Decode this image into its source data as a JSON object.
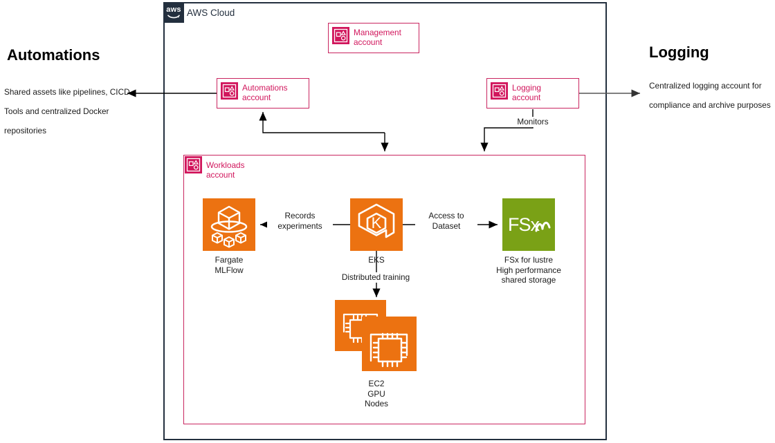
{
  "cloud": {
    "logo_text": "aws",
    "logo_icon": "aws-logo-icon",
    "label": "AWS Cloud"
  },
  "accounts": {
    "management": {
      "label": "Management\naccount",
      "icon": "aws-account-icon"
    },
    "automations": {
      "label": "Automations\naccount",
      "icon": "aws-account-icon"
    },
    "logging": {
      "label": "Logging\naccount",
      "icon": "aws-account-icon"
    },
    "workloads": {
      "label": "Workloads\naccount",
      "icon": "aws-account-icon"
    }
  },
  "side_panels": {
    "left": {
      "heading": "Automations",
      "paragraph": "Shared assets like pipelines, CICD Tools and centralized Docker repositories"
    },
    "right": {
      "heading": "Logging",
      "paragraph": "Centralized logging account for compliance and archive purposes"
    }
  },
  "services": [
    {
      "key": "fargate",
      "icon": "aws-fargate-icon",
      "label": "Fargate\nMLFlow",
      "color": "#ec7211"
    },
    {
      "key": "eks",
      "icon": "aws-eks-icon",
      "label": "EKS",
      "color": "#ec7211"
    },
    {
      "key": "fsx",
      "icon": "aws-fsx-lustre-icon",
      "label": "FSx for lustre\nHigh performance\nshared storage",
      "color": "#7aa116"
    },
    {
      "key": "ec2",
      "icon": "aws-ec2-gpu-icon",
      "label": "EC2\nGPU\nNodes",
      "color": "#ec7211"
    }
  ],
  "edge_labels": {
    "records_experiments": "Records\nexperiments",
    "access_to_dataset": "Access to\nDataset",
    "distributed_training": "Distributed training",
    "monitors": "Monitors"
  },
  "colors": {
    "cloud_border": "#232f3e",
    "account_pink": "#d1165c",
    "aws_orange": "#ec7211",
    "fsx_green": "#7aa116",
    "connector": "#000000"
  }
}
